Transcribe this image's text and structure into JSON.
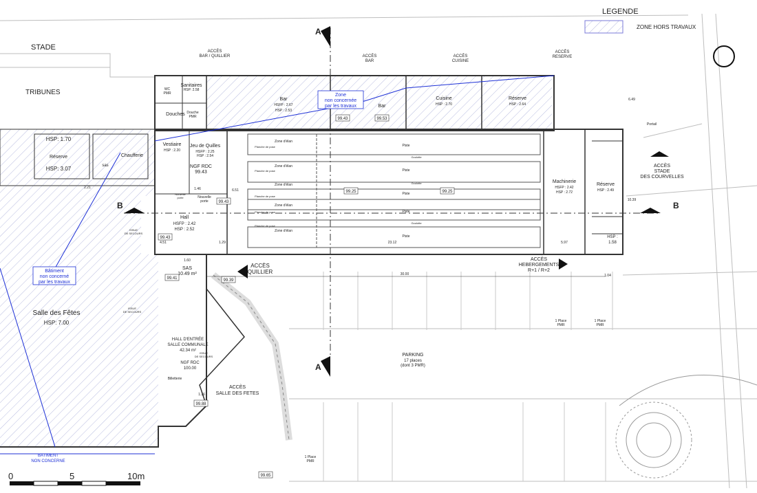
{
  "legend": {
    "title": "LEGENDE",
    "zone_label": "ZONE HORS TRAVAUX",
    "hatch_color": "#7a7ad8",
    "note_color": "#1c2fd6"
  },
  "outside": {
    "stade": "STADE",
    "tribunes": "TRIBUNES"
  },
  "section_marks": {
    "a": "A",
    "b": "B"
  },
  "accesses": {
    "bar_quillier": [
      "ACCÈS",
      "BAR / QUILLIER"
    ],
    "bar": [
      "ACCÈS",
      "BAR"
    ],
    "cuisine": [
      "ACCÈS",
      "CUISINE"
    ],
    "reserve": [
      "ACCÈS",
      "RESERVE"
    ],
    "stade": [
      "ACCÈS",
      "STADE",
      "DES COURVELLES"
    ],
    "quillier": [
      "ACCÈS",
      "QUILLIER"
    ],
    "hebergements": [
      "ACCÈS",
      "HEBERGEMENTS",
      "R+1 / R+2"
    ],
    "salle_fetes": [
      "ACCÈS",
      "SALLE DES FETES"
    ],
    "portail": "Portail"
  },
  "rooms": {
    "sanitaires": {
      "name": "Sanitaires",
      "hsp": "HSP: 2.58"
    },
    "wc_pmr": [
      "WC",
      "PMR"
    ],
    "douches": "Douches",
    "douche_pmr": [
      "Douche",
      "PMR"
    ],
    "bar": {
      "name": "Bar",
      "hsfp": "HSFP : 2.67",
      "hsp": "HSP : 2.53"
    },
    "bar2": "Bar",
    "cuisine": {
      "name": "Cuisine",
      "hsp": "HSP : 2.70"
    },
    "reserve": {
      "name": "Réserve",
      "hsp": "HSP : 2.64"
    },
    "reserve_left": {
      "name": "Réserve",
      "hsp1": "HSP: 1.70",
      "hsp2": "HSP: 3.07"
    },
    "chaufferie": "Chaufferie",
    "sas_small": "sas",
    "vestiaire": {
      "name": "Vestiaire",
      "hsp": "HSP : 2.20"
    },
    "jeu_quilles": {
      "name": "Jeu de Quilles",
      "hsfp": "HSFP : 2.25",
      "hsp": "HSP : 2.54"
    },
    "ngf_rdc": {
      "name": "NGF RDC",
      "value": "99.43"
    },
    "nouvelle_porte1": [
      "Nouvelle",
      "porte"
    ],
    "nouvelle_porte2": [
      "Nouvelle",
      "porte"
    ],
    "hall": {
      "name": "Hall",
      "hsfp": "HSFP : 2.42",
      "hsp": "HSP : 2.52"
    },
    "sas": {
      "name": "SAS",
      "area": "10.49 m²"
    },
    "machinerie": {
      "name": "Machinerie",
      "hsfp": "HSFP : 2.42",
      "hsp": "HSP : 2.72"
    },
    "reserve_right": {
      "name": "Réserve",
      "hsp": "HSP : 2.49"
    },
    "hsp_small": [
      "HSP :",
      "1.58"
    ],
    "salle_fetes": {
      "name": "Salle des Fêtes",
      "hsp": "HSP: 7.00"
    },
    "hall_entree": {
      "lines": [
        "HALL D'ENTRÉE",
        "SALLE COMMUNALE"
      ],
      "area": "42.34 m²"
    },
    "ngf_rdc2": {
      "name": "NGF RDC",
      "value": "100.00"
    },
    "billetterie": "Billetterie",
    "parking": {
      "name": "PARKING",
      "places": "17 places",
      "pmr": "(dont 3 PMR)"
    },
    "place_pmr": [
      "1 Place",
      "PMR"
    ]
  },
  "lanes": {
    "zone_elan": "Zone d'élan",
    "piste": "Piste",
    "planche_pose": "Planche de pose",
    "goulotte": "Goulotte"
  },
  "notes": {
    "zone_non_concernee": [
      "Zone",
      "non concernée",
      "par les travaux"
    ],
    "batiment_non_concerne": [
      "Bâtiment",
      "non concerné",
      "par les travaux"
    ],
    "batiment_bottom": [
      "BATIMENT",
      "NON CONCERNE"
    ],
    "issue_secours": [
      "ISSUE",
      "DE SECOURS"
    ]
  },
  "levels": [
    "99.43",
    "99.53",
    "99.25",
    "99.43",
    "99.43",
    "99.39",
    "99.41",
    "99.88",
    "99.65",
    "99.25"
  ],
  "dimensions": [
    "30.00",
    "1.04",
    "2.21",
    "6.49",
    "10.39",
    "23.12",
    "4.51",
    "5.97",
    "1.60",
    "1.29",
    "6.51",
    "1.46",
    "1.16"
  ],
  "scale": {
    "labels": [
      "0",
      "5",
      "10m"
    ]
  }
}
